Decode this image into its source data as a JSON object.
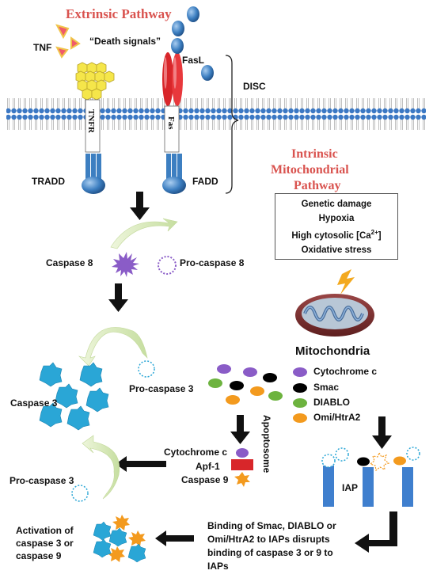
{
  "extrinsic": {
    "title": "Extrinsic Pathway",
    "tnf": "TNF",
    "death_signals": "“Death signals”",
    "fasl": "FasL",
    "disc": "DISC",
    "tnfr": "TNFR",
    "fas": "Fas",
    "tradd": "TRADD",
    "fadd": "FADD",
    "caspase8": "Caspase 8",
    "procaspase8": "Pro-caspase 8",
    "caspase3": "Caspase 3",
    "procaspase3_top": "Pro-caspase 3",
    "procaspase3_bottom": "Pro-caspase 3"
  },
  "intrinsic": {
    "title_line1": "Intrinsic",
    "title_line2": "Mitochondrial",
    "title_line3": "Pathway",
    "stresses": [
      "Genetic damage",
      "Hypoxia",
      "High cytosolic [Ca",
      "Oxidative stress"
    ],
    "ca_superscript": "2+",
    "ca_close": "]",
    "mitochondria": "Mitochondria",
    "legend": [
      "Cytochrome c",
      "Smac",
      "DIABLO",
      "Omi/HtrA2"
    ],
    "apoptosome": "Apoptosome",
    "apoptosome_parts": [
      "Cytochrome c",
      "Apf-1",
      "Caspase 9"
    ],
    "iap": "IAP",
    "binding_text": [
      "Binding of Smac, DIABLO or",
      "Omi/HtrA2 to IAPs disrupts",
      "binding of caspase 3 or 9 to",
      "IAPs"
    ],
    "activation_text": [
      "Activation of",
      "caspase 3 or",
      "caspase 9"
    ]
  },
  "colors": {
    "title_red": "#d9534f",
    "membrane_blue": "#3b78c4",
    "caspase_cyan": "#2aa6d6",
    "purple": "#8a5cc7",
    "black": "#000000",
    "green": "#6db33f",
    "orange": "#f39a1e",
    "iap_blue": "#3f7fce",
    "receptor_red": "#d8262a",
    "receptor_yellow": "#f5e64a",
    "fasl_blue": "#3d7fc1"
  }
}
